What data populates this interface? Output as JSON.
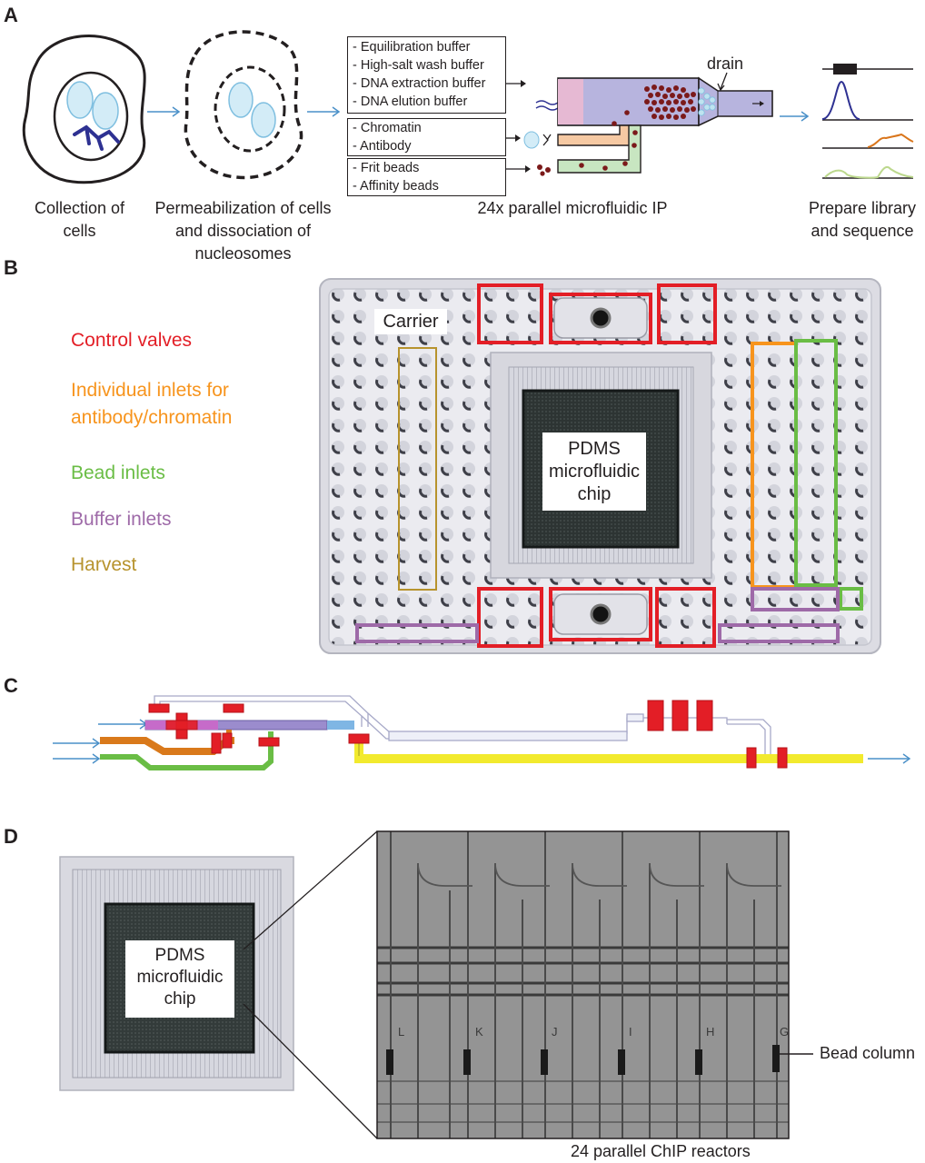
{
  "panels": {
    "a": "A",
    "b": "B",
    "c": "C",
    "d": "D"
  },
  "panel_a": {
    "step1": "Collection of cells",
    "step2": "Permeabilization of cells and dissociation of nucleosomes",
    "buffer_box": [
      "- Equilibration buffer",
      "- High-salt wash buffer",
      "- DNA extraction buffer",
      "- DNA elution buffer"
    ],
    "chromatin_box": [
      "- Chromatin",
      "- Antibody"
    ],
    "bead_box": [
      "- Frit beads",
      "- Affinity beads"
    ],
    "drain": "drain",
    "step3": "24x parallel microfluidic IP",
    "step4": "Prepare library and sequence"
  },
  "panel_b": {
    "carrier": "Carrier",
    "chip": "PDMS microfluidic chip",
    "legend": {
      "control": "Control valves",
      "individual": "Individual inlets for antibody/chromatin",
      "bead": "Bead inlets",
      "buffer": "Buffer inlets",
      "harvest": "Harvest"
    },
    "colors": {
      "control": "#e31e26",
      "individual": "#f7941d",
      "bead": "#6abd45",
      "buffer": "#9e6aa8",
      "harvest": "#b7932d"
    }
  },
  "panel_d": {
    "chip": "PDMS microfluidic chip",
    "bead_column": "Bead column",
    "caption": "24 parallel ChIP reactors",
    "lane_letters": [
      "L",
      "K",
      "J",
      "I",
      "H",
      "G"
    ]
  }
}
